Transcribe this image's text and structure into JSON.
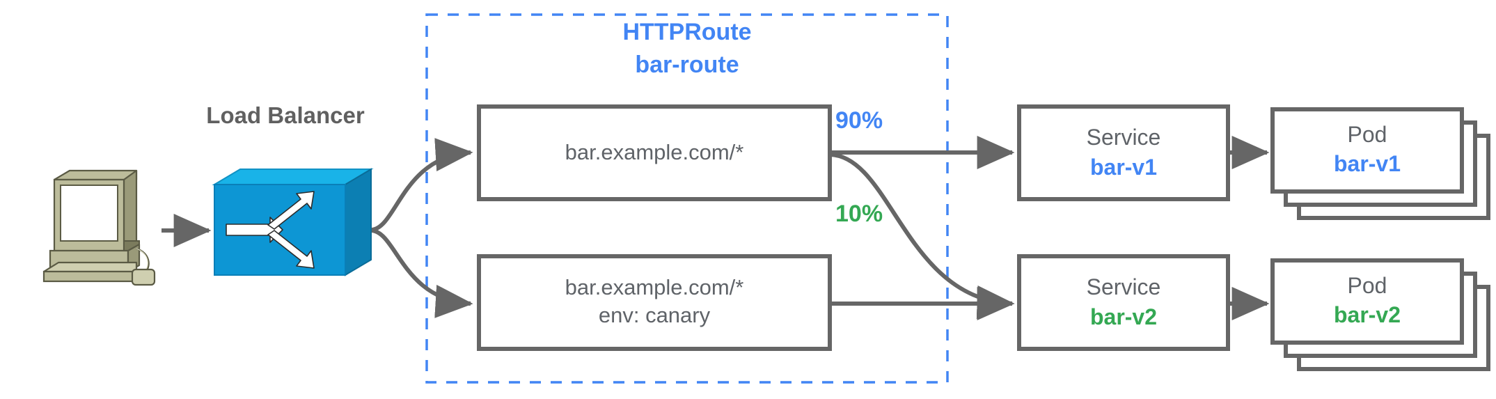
{
  "diagram": {
    "title_node": {
      "kind": "HTTPRoute",
      "name": "bar-route",
      "color": "#4285f4"
    },
    "load_balancer": {
      "label": "Load Balancer",
      "icon": "network-switch-icon",
      "color": "#0f9bd7"
    },
    "client": {
      "icon": "desktop-computer-icon"
    },
    "route_rules": [
      {
        "id": "rule-primary",
        "lines": [
          "bar.example.com/*"
        ]
      },
      {
        "id": "rule-canary",
        "lines": [
          "bar.example.com/*",
          "env: canary"
        ]
      }
    ],
    "weights": [
      {
        "id": "weight-90",
        "value": "90%",
        "color": "#4285f4"
      },
      {
        "id": "weight-10",
        "value": "10%",
        "color": "#34a853"
      }
    ],
    "services": [
      {
        "id": "service-bar-v1",
        "kind": "Service",
        "name": "bar-v1",
        "color": "#4285f4"
      },
      {
        "id": "service-bar-v2",
        "kind": "Service",
        "name": "bar-v2",
        "color": "#34a853"
      }
    ],
    "pods": [
      {
        "id": "pod-bar-v1",
        "kind": "Pod",
        "name": "bar-v1",
        "color": "#4285f4",
        "replicas": 3
      },
      {
        "id": "pod-bar-v2",
        "kind": "Pod",
        "name": "bar-v2",
        "color": "#34a853",
        "replicas": 3
      }
    ],
    "colors": {
      "stroke": "#666666",
      "dashed_boundary": "#4285f4",
      "text_gray": "#5f6368",
      "blue": "#4285f4",
      "green": "#34a853"
    }
  }
}
